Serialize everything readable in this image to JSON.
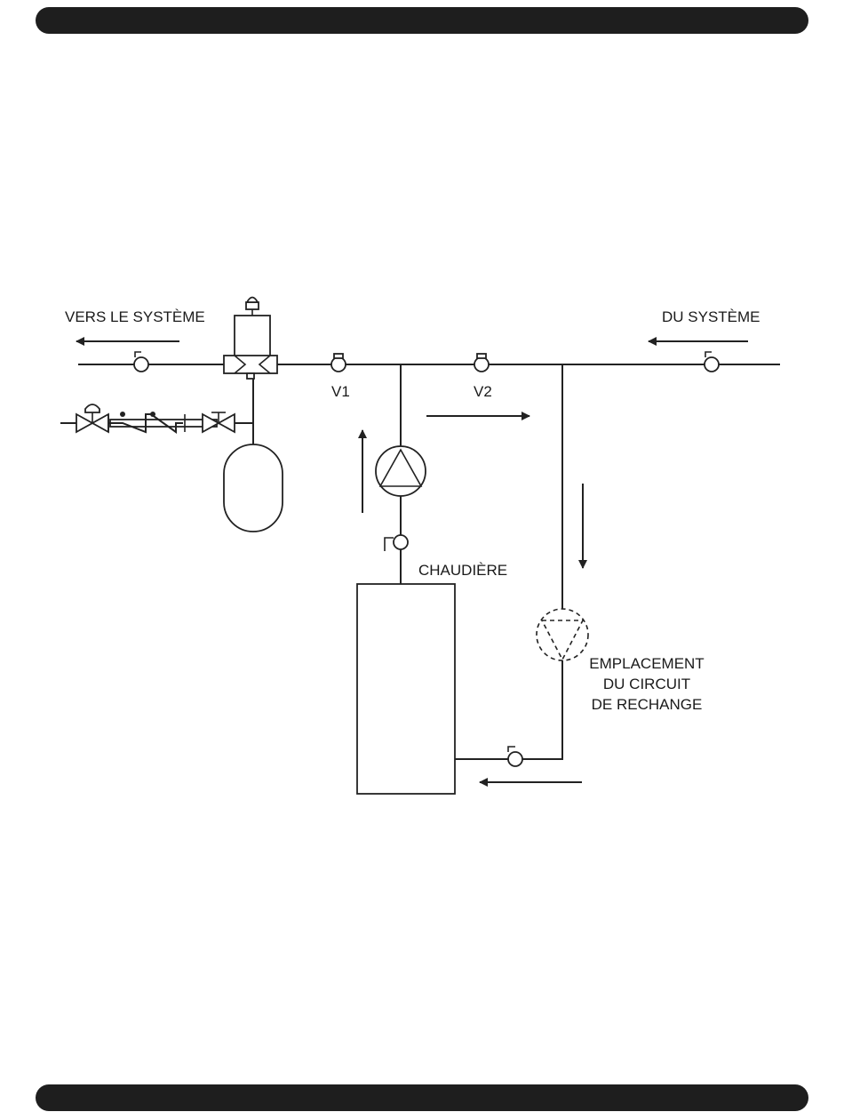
{
  "header_bar": {
    "color": "#1e1e1e"
  },
  "footer_bar": {
    "color": "#1e1e1e"
  },
  "diagram": {
    "labels": {
      "to_system": "VERS LE SYSTÈME",
      "from_system": "DU SYSTÈME",
      "valve_1": "V1",
      "valve_2": "V2",
      "boiler": "CHAUDIÈRE",
      "alt_location_line1": "EMPLACEMENT",
      "alt_location_line2": "DU CIRCUIT",
      "alt_location_line3": "DE RECHANGE"
    },
    "flow_arrows": [
      "flow-arrow-to-system",
      "flow-arrow-from-system",
      "flow-arrow-right",
      "flow-arrow-up",
      "flow-arrow-down",
      "flow-arrow-return"
    ],
    "icons": [
      "isolation-valve-icon",
      "air-separator-icon",
      "automatic-air-vent-icon",
      "expansion-tank-icon",
      "pressure-reducing-valve-icon",
      "backflow-preventer-icon",
      "shutoff-valve-icon",
      "circulator-pump-icon",
      "alternate-pump-icon",
      "boiler-icon"
    ]
  }
}
